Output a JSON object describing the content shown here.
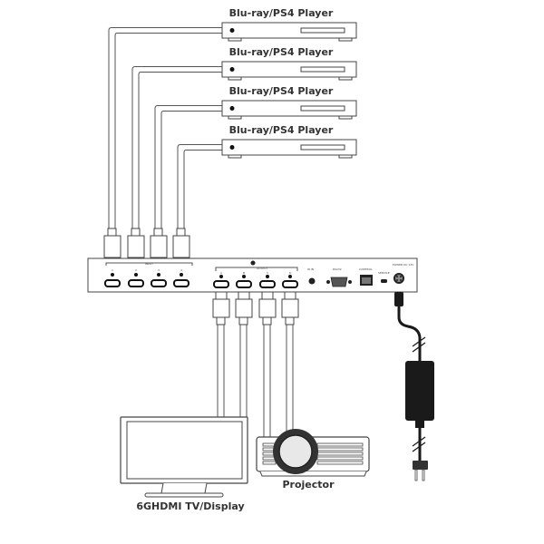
{
  "diagram": {
    "sources": [
      {
        "label": "Blu-ray/PS4 Player",
        "input": "1"
      },
      {
        "label": "Blu-ray/PS4 Player",
        "input": "2"
      },
      {
        "label": "Blu-ray/PS4 Player",
        "input": "3"
      },
      {
        "label": "Blu-ray/PS4 Player",
        "input": "4"
      }
    ],
    "matrix": {
      "input_group_label": "INPUT",
      "output_group_label": "OUTPUT",
      "input_ports": [
        "1",
        "2",
        "3",
        "4"
      ],
      "output_ports": [
        "A",
        "B",
        "C",
        "D"
      ],
      "ir_label": "IR IN",
      "rs232_label": "RS232",
      "control_label": "CONTROL",
      "service_label": "SERVICE",
      "power_label": "POWER DC 12V"
    },
    "sinks": {
      "tv_label": "6GHDMI TV/Display",
      "projector_label": "Projector"
    },
    "colors": {
      "line": "#555555",
      "adapter": "#1a1a1a",
      "text": "#333333"
    }
  }
}
